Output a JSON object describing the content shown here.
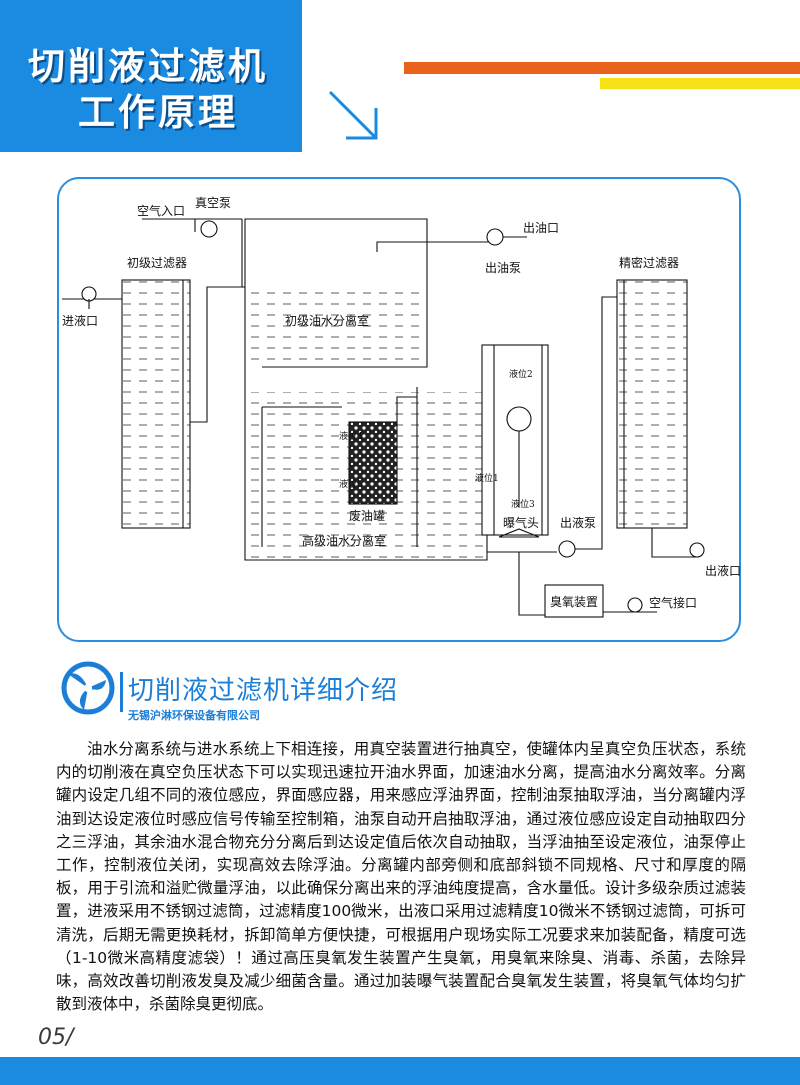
{
  "header": {
    "title_line1": "切削液过滤机",
    "title_line2": "工作原理",
    "colors": {
      "blue": "#1a8be0",
      "orange": "#e8641c",
      "yellow": "#f7e21a"
    }
  },
  "diagram": {
    "labels": {
      "air_inlet": "空气入口",
      "vacuum_pump": "真空泵",
      "oil_outlet": "出油口",
      "oil_pump": "出油泵",
      "primary_filter": "初级过滤器",
      "fine_filter": "精密过滤器",
      "liquid_inlet": "进液口",
      "primary_chamber": "初级油水分离室",
      "advanced_chamber": "高级油水分离室",
      "waste_tank": "废油罐",
      "aerator": "曝气头",
      "liquid_pump": "出液泵",
      "ozone_device": "臭氧装置",
      "air_port": "空气接口",
      "liquid_outlet": "出液口",
      "level1": "液位1",
      "level2": "液位2",
      "level3": "液位3",
      "level4": "液位4",
      "level5": "液位5"
    }
  },
  "section": {
    "title": "切削液过滤机详细介绍",
    "company": "无锡沪淋环保设备有限公司"
  },
  "body": {
    "paragraph": "油水分离系统与进水系统上下相连接，用真空装置进行抽真空，使罐体内呈真空负压状态，系统内的切削液在真空负压状态下可以实现迅速拉开油水界面，加速油水分离，提高油水分离效率。分离罐内设定几组不同的液位感应，界面感应器，用来感应浮油界面，控制油泵抽取浮油，当分离罐内浮油到达设定液位时感应信号传输至控制箱，油泵自动开启抽取浮油，通过液位感应设定自动抽取四分之三浮油，其余油水混合物充分分离后到达设定值后依次自动抽取，当浮油抽至设定液位，油泵停止工作，控制液位关闭，实现高效去除浮油。分离罐内部旁侧和底部斜锁不同规格、尺寸和厚度的隔板，用于引流和溢贮微量浮油，以此确保分离出来的浮油纯度提高，含水量低。设计多级杂质过滤装置，进液采用不锈钢过滤筒，过滤精度100微米，出液口采用过滤精度10微米不锈钢过滤筒，可拆可清洗，后期无需更换耗材，拆卸简单方便快捷，可根据用户现场实际工况要求来加装配备，精度可选（1-10微米高精度滤袋）！通过高压臭氧发生装置产生臭氧，用臭氧来除臭、消毒、杀菌，去除异味，高效改善切削液发臭及减少细菌含量。通过加装曝气装置配合臭氧发生装置，将臭氧气体均匀扩散到液体中，杀菌除臭更彻底。"
  },
  "footer": {
    "page_number": "05/"
  }
}
